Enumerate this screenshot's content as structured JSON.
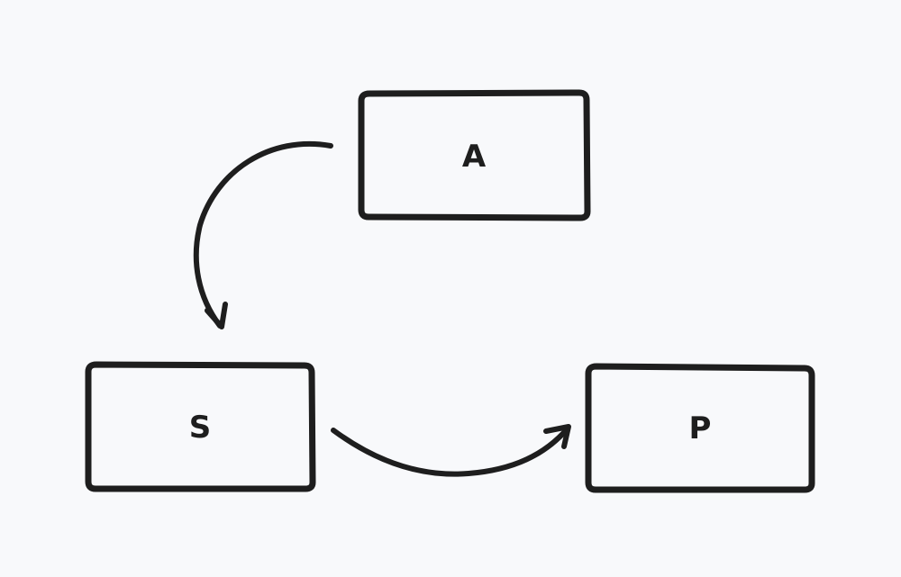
{
  "diagram": {
    "nodes": [
      {
        "id": "A",
        "label": "A"
      },
      {
        "id": "S",
        "label": "S"
      },
      {
        "id": "P",
        "label": "P"
      }
    ],
    "edges": [
      {
        "from": "A",
        "to": "S"
      },
      {
        "from": "S",
        "to": "P"
      }
    ]
  }
}
